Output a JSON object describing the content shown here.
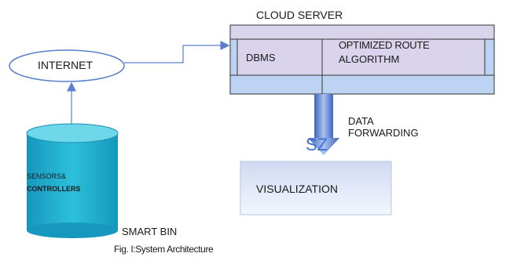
{
  "cloud_server": {
    "title": "CLOUD SERVER",
    "dbms_label": "DBMS",
    "algorithm_label_line1": "OPTIMIZED ROUTE",
    "algorithm_label_line2": "ALGORITHM"
  },
  "internet": {
    "label": "INTERNET"
  },
  "data_forwarding": {
    "line1": "DATA",
    "line2": "FORWARDING",
    "marker": "SZ"
  },
  "visualization": {
    "label": "VISUALIZATION"
  },
  "smart_bin": {
    "sensors_line1": "SENSORS&",
    "sensors_line2": "CONTROLLERS",
    "label": "SMART BIN"
  },
  "caption": "Fig. I:System Architecture",
  "colors": {
    "server_fill": "#d9d4ec",
    "server_blue_fill": "#bcd3f3",
    "cylinder_fill": "#1fb0d1",
    "arrow_blue": "#5a7fcd",
    "visualization_fill": "#dfe7f6"
  }
}
